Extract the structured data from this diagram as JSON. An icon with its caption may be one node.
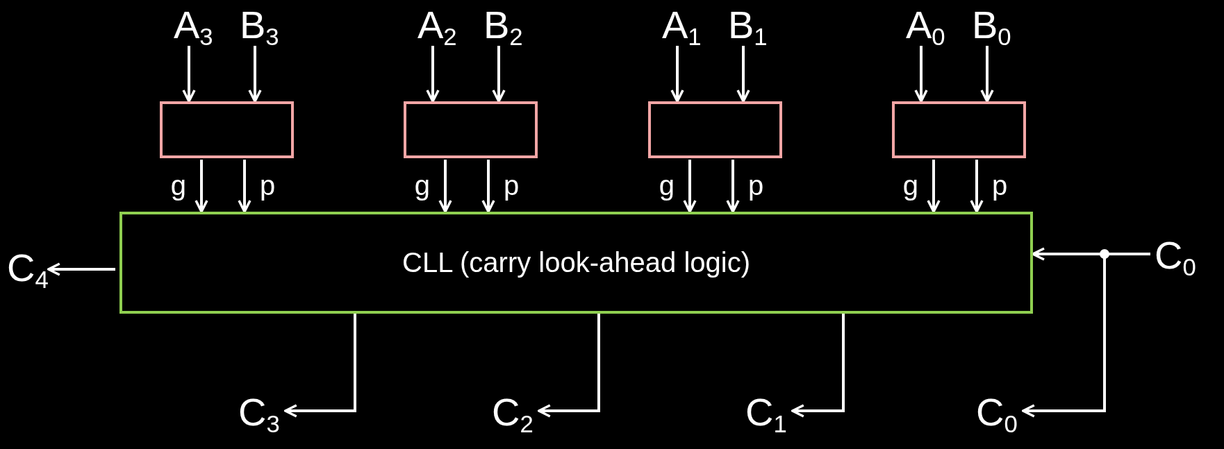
{
  "diagram": {
    "nodes": [
      {
        "text": [
          "A$_{3}$"
        ]
      },
      {
        "text": [
          "B$_{3}$"
        ]
      },
      {
        "text": [
          "A$_{2}$"
        ]
      },
      {
        "text": [
          "B$_{2}$"
        ]
      },
      {
        "text": [
          "A$_{1}$"
        ]
      },
      {
        "text": [
          "B$_{1}$"
        ]
      },
      {
        "text": [
          "A$_{0}$"
        ]
      },
      {
        "text": [
          "B$_{0}$"
        ]
      },
      {
        "text": [],
        "shape": "box"
      },
      {
        "text": [],
        "shape": "box"
      },
      {
        "text": [],
        "shape": "box"
      },
      {
        "text": [],
        "shape": "box"
      },
      {
        "text": [
          "C$_{4}$"
        ]
      },
      {
        "text": [
          "CLL (carry look-ahead logic)"
        ]
      },
      {
        "text": [
          "C$_{0}$"
        ]
      },
      {
        "text": [
          "C$_{3}$"
        ]
      },
      {
        "text": [
          "C$_{2}$"
        ]
      },
      {
        "text": [
          "C$_{1}$"
        ]
      },
      {
        "text": [
          "C$_{0}$"
        ]
      }
    ],
    "edges": [
      {
        "from": 0,
        "to": 8,
        "arrow": "to"
      },
      {
        "from": 1,
        "to": 8,
        "arrow": "to"
      },
      {
        "from": 2,
        "to": 9,
        "arrow": "to"
      },
      {
        "from": 3,
        "to": 9,
        "arrow": "to"
      },
      {
        "from": 4,
        "to": 10,
        "arrow": "to"
      },
      {
        "from": 5,
        "to": 10,
        "arrow": "to"
      },
      {
        "from": 6,
        "to": 11,
        "arrow": "to"
      },
      {
        "from": 7,
        "to": 11,
        "arrow": "to"
      },
      {
        "from": 8,
        "to": 13,
        "label": "g",
        "arrow": "to"
      },
      {
        "from": 8,
        "to": 13,
        "label": "p",
        "arrow": "to"
      },
      {
        "from": 9,
        "to": 13,
        "label": "g",
        "arrow": "to"
      },
      {
        "from": 9,
        "to": 13,
        "label": "p",
        "arrow": "to"
      },
      {
        "from": 10,
        "to": 13,
        "label": "g",
        "arrow": "to"
      },
      {
        "from": 10,
        "to": 13,
        "label": "p",
        "arrow": "to"
      },
      {
        "from": 11,
        "to": 13,
        "label": "g",
        "arrow": "to"
      },
      {
        "from": 11,
        "to": 13,
        "label": "p",
        "arrow": "to"
      },
      {
        "from": 13,
        "to": 12,
        "arrow": "to"
      },
      {
        "from": 14,
        "to": 13,
        "arrow": "to"
      },
      {
        "from": 13,
        "to": 15,
        "arrow": "to"
      },
      {
        "from": 13,
        "to": 16,
        "arrow": "to"
      },
      {
        "from": 13,
        "to": 17,
        "arrow": "to"
      },
      {
        "from": 14,
        "to": 18,
        "arrow": "to"
      }
    ]
  }
}
